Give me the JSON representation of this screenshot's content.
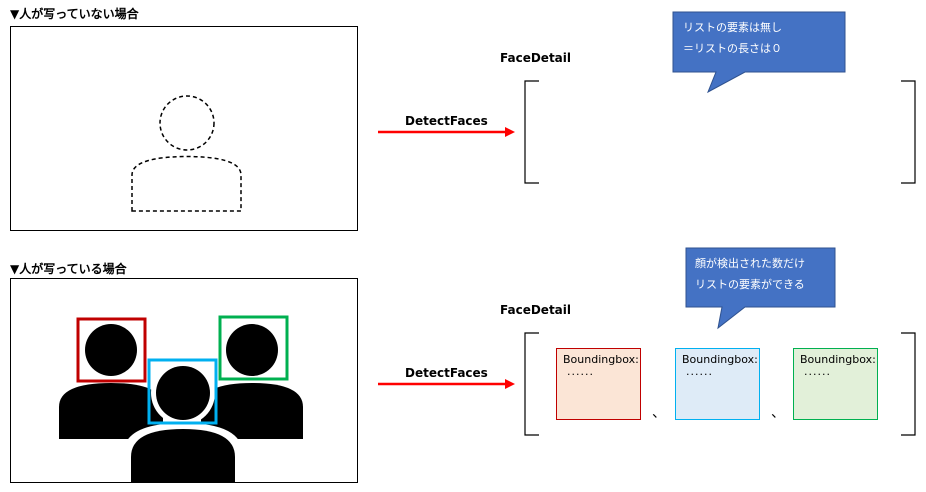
{
  "top": {
    "heading": "▼人が写っていない場合",
    "arrow_label": "DetectFaces",
    "list_title": "FaceDetail",
    "callout": {
      "line1": "リストの要素は無し",
      "line2": "＝リストの長さは０"
    }
  },
  "bottom": {
    "heading": "▼人が写っている場合",
    "arrow_label": "DetectFaces",
    "list_title": "FaceDetail",
    "callout": {
      "line1": "顔が検出された数だけ",
      "line2": "リストの要素ができる"
    },
    "items": [
      {
        "title": "Boundingbox:",
        "dots": "......",
        "fill": "#fbe5d6",
        "border": "#c00000"
      },
      {
        "title": "Boundingbox:",
        "dots": "......",
        "fill": "#deebf7",
        "border": "#00b0f0"
      },
      {
        "title": "Boundingbox:",
        "dots": "......",
        "fill": "#e2f0d9",
        "border": "#00b050"
      }
    ],
    "separator": "、"
  },
  "colors": {
    "arrow": "#ff0000",
    "callout": "#4472c4",
    "face_red": "#c00000",
    "face_blue": "#00b0f0",
    "face_green": "#00b050"
  }
}
